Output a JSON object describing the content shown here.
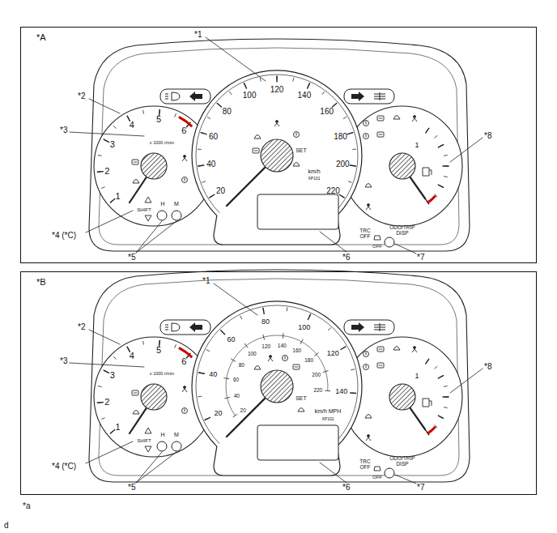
{
  "diagram": {
    "nodes": [
      {
        "text": [
          "*A"
        ]
      },
      {
        "text": [
          "*B"
        ]
      }
    ],
    "labels": [
      "*1",
      "*2",
      "*3",
      "*4 (*C)",
      "*5",
      "*6",
      "*7",
      "*8",
      "1",
      "2",
      "3",
      "4",
      "5",
      "6",
      "x 1000 r/min",
      "SHIFT",
      "H",
      "M",
      "20",
      "40",
      "60",
      "80",
      "100",
      "120",
      "140",
      "160",
      "180",
      "200",
      "220",
      "SET",
      "km/h",
      "XP101",
      "1",
      "TRC OFF",
      "OFF",
      "ODO/TRIP DISP",
      "*1",
      "*2",
      "*3",
      "*4 (*C)",
      "*5",
      "*6",
      "*7",
      "*8",
      "1",
      "2",
      "3",
      "4",
      "5",
      "6",
      "x 1000 r/min",
      "SHIFT",
      "H",
      "M",
      "20",
      "40",
      "60",
      "80",
      "100",
      "120",
      "140",
      "20",
      "40",
      "60",
      "80",
      "100",
      "120",
      "140",
      "160",
      "180",
      "200",
      "220",
      "SET",
      "km/h MPH",
      "XP102",
      "1",
      "TRC OFF",
      "OFF",
      "ODO/TRIP DISP",
      "*a",
      "d"
    ]
  }
}
